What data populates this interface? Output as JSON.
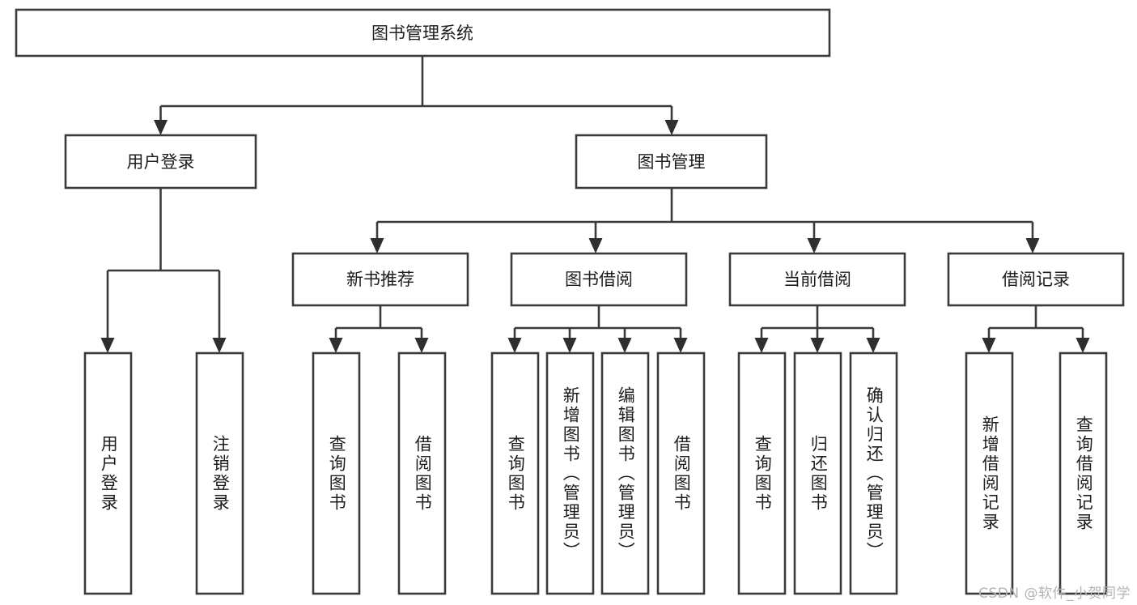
{
  "diagram": {
    "type": "tree-hierarchy",
    "title": "图书管理系统",
    "root": {
      "label": "图书管理系统"
    },
    "level2": [
      {
        "id": "user-login",
        "label": "用户登录"
      },
      {
        "id": "book-manage",
        "label": "图书管理"
      }
    ],
    "level3": [
      {
        "id": "new-book-recommend",
        "label": "新书推荐",
        "parent": "book-manage"
      },
      {
        "id": "book-borrow",
        "label": "图书借阅",
        "parent": "book-manage"
      },
      {
        "id": "current-borrow",
        "label": "当前借阅",
        "parent": "book-manage"
      },
      {
        "id": "borrow-record",
        "label": "借阅记录",
        "parent": "book-manage"
      }
    ],
    "leaves": [
      {
        "id": "leaf-user-login",
        "label": "用户登录",
        "parent": "user-login"
      },
      {
        "id": "leaf-logout-login",
        "label": "注销登录",
        "parent": "user-login"
      },
      {
        "id": "leaf-query-book-1",
        "label": "查询图书",
        "parent": "new-book-recommend"
      },
      {
        "id": "leaf-borrow-book-1",
        "label": "借阅图书",
        "parent": "new-book-recommend"
      },
      {
        "id": "leaf-query-book-2",
        "label": "查询图书",
        "parent": "book-borrow"
      },
      {
        "id": "leaf-add-book",
        "label": "新增图书（管理员）",
        "parent": "book-borrow"
      },
      {
        "id": "leaf-edit-book",
        "label": "编辑图书（管理员）",
        "parent": "book-borrow"
      },
      {
        "id": "leaf-borrow-book-2",
        "label": "借阅图书",
        "parent": "book-borrow"
      },
      {
        "id": "leaf-query-book-3",
        "label": "查询图书",
        "parent": "current-borrow"
      },
      {
        "id": "leaf-return-book",
        "label": "归还图书",
        "parent": "current-borrow"
      },
      {
        "id": "leaf-confirm-return",
        "label": "确认归还（管理员）",
        "parent": "current-borrow"
      },
      {
        "id": "leaf-add-record",
        "label": "新增借阅记录",
        "parent": "borrow-record"
      },
      {
        "id": "leaf-query-record",
        "label": "查询借阅记录",
        "parent": "borrow-record"
      }
    ],
    "watermark": "CSDN @软件_小贺同学",
    "colors": {
      "box_stroke": "#3a3a3a",
      "box_fill": "#ffffff",
      "text": "#1d1d1d",
      "connector": "#3a3a3a",
      "watermark": "#b4b4b4",
      "background": "#ffffff"
    }
  }
}
